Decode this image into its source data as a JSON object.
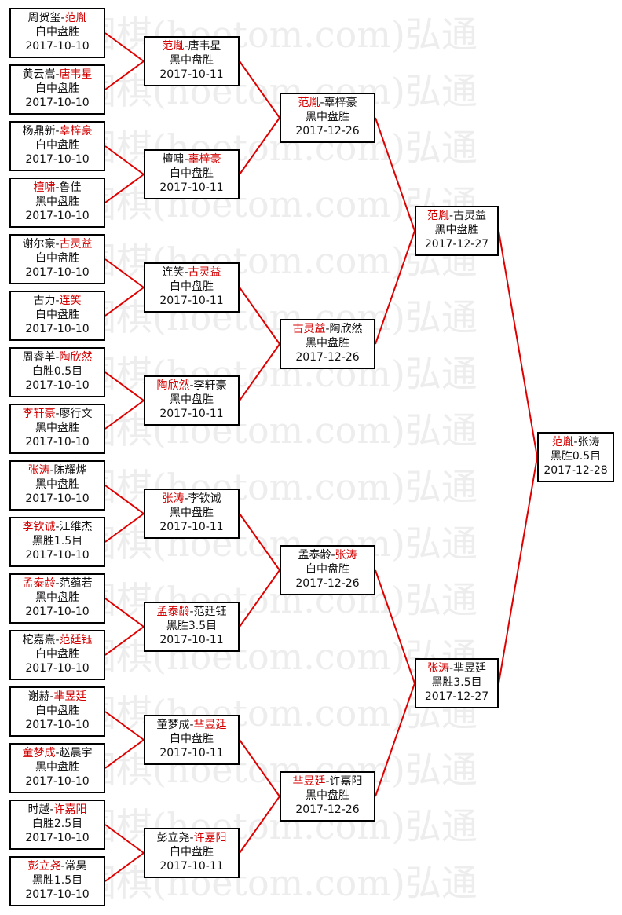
{
  "watermark": {
    "text": "弘通围棋(hoetom.com)弘通",
    "count": 16
  },
  "colors": {
    "winner": "#d40000",
    "connector": "#e00000",
    "border": "#000000"
  },
  "bracket": {
    "rounds": [
      {
        "name": "round-1",
        "matches": [
          {
            "p1": "周贺玺",
            "p2": "范胤",
            "winner": 2,
            "result": "白中盘胜",
            "date": "2017-10-10"
          },
          {
            "p1": "黄云嵩",
            "p2": "唐韦星",
            "winner": 2,
            "result": "白中盘胜",
            "date": "2017-10-10"
          },
          {
            "p1": "杨鼎新",
            "p2": "辜梓豪",
            "winner": 2,
            "result": "白中盘胜",
            "date": "2017-10-10"
          },
          {
            "p1": "檀啸",
            "p2": "鲁佳",
            "winner": 1,
            "result": "黑中盘胜",
            "date": "2017-10-10"
          },
          {
            "p1": "谢尔豪",
            "p2": "古灵益",
            "winner": 2,
            "result": "白中盘胜",
            "date": "2017-10-10"
          },
          {
            "p1": "古力",
            "p2": "连笑",
            "winner": 2,
            "result": "白中盘胜",
            "date": "2017-10-10"
          },
          {
            "p1": "周睿羊",
            "p2": "陶欣然",
            "winner": 2,
            "result": "白胜0.5目",
            "date": "2017-10-10"
          },
          {
            "p1": "李轩豪",
            "p2": "廖行文",
            "winner": 1,
            "result": "黑中盘胜",
            "date": "2017-10-10"
          },
          {
            "p1": "张涛",
            "p2": "陈耀烨",
            "winner": 1,
            "result": "黑中盘胜",
            "date": "2017-10-10"
          },
          {
            "p1": "李钦诚",
            "p2": "江维杰",
            "winner": 1,
            "result": "黑胜1.5目",
            "date": "2017-10-10"
          },
          {
            "p1": "孟泰龄",
            "p2": "范蕴若",
            "winner": 1,
            "result": "黑中盘胜",
            "date": "2017-10-10"
          },
          {
            "p1": "柁嘉熹",
            "p2": "范廷钰",
            "winner": 2,
            "result": "白中盘胜",
            "date": "2017-10-10"
          },
          {
            "p1": "谢赫",
            "p2": "芈昱廷",
            "winner": 2,
            "result": "白中盘胜",
            "date": "2017-10-10"
          },
          {
            "p1": "童梦成",
            "p2": "赵晨宇",
            "winner": 1,
            "result": "黑中盘胜",
            "date": "2017-10-10"
          },
          {
            "p1": "时越",
            "p2": "许嘉阳",
            "winner": 2,
            "result": "白胜2.5目",
            "date": "2017-10-10"
          },
          {
            "p1": "彭立尧",
            "p2": "常昊",
            "winner": 1,
            "result": "黑胜1.5目",
            "date": "2017-10-10"
          }
        ]
      },
      {
        "name": "round-2",
        "matches": [
          {
            "p1": "范胤",
            "p2": "唐韦星",
            "winner": 1,
            "result": "黑中盘胜",
            "date": "2017-10-11"
          },
          {
            "p1": "檀啸",
            "p2": "辜梓豪",
            "winner": 2,
            "result": "白中盘胜",
            "date": "2017-10-11"
          },
          {
            "p1": "连笑",
            "p2": "古灵益",
            "winner": 2,
            "result": "白中盘胜",
            "date": "2017-10-11"
          },
          {
            "p1": "陶欣然",
            "p2": "李轩豪",
            "winner": 1,
            "result": "黑中盘胜",
            "date": "2017-10-11"
          },
          {
            "p1": "张涛",
            "p2": "李钦诚",
            "winner": 1,
            "result": "黑中盘胜",
            "date": "2017-10-11"
          },
          {
            "p1": "孟泰龄",
            "p2": "范廷钰",
            "winner": 1,
            "result": "黑胜3.5目",
            "date": "2017-10-11"
          },
          {
            "p1": "童梦成",
            "p2": "芈昱廷",
            "winner": 2,
            "result": "白中盘胜",
            "date": "2017-10-11"
          },
          {
            "p1": "彭立尧",
            "p2": "许嘉阳",
            "winner": 2,
            "result": "白中盘胜",
            "date": "2017-10-11"
          }
        ]
      },
      {
        "name": "round-3",
        "matches": [
          {
            "p1": "范胤",
            "p2": "辜梓豪",
            "winner": 1,
            "result": "黑中盘胜",
            "date": "2017-12-26"
          },
          {
            "p1": "古灵益",
            "p2": "陶欣然",
            "winner": 1,
            "result": "黑中盘胜",
            "date": "2017-12-26"
          },
          {
            "p1": "孟泰龄",
            "p2": "张涛",
            "winner": 2,
            "result": "白中盘胜",
            "date": "2017-12-26"
          },
          {
            "p1": "芈昱廷",
            "p2": "许嘉阳",
            "winner": 1,
            "result": "黑中盘胜",
            "date": "2017-12-26"
          }
        ]
      },
      {
        "name": "semifinal",
        "matches": [
          {
            "p1": "范胤",
            "p2": "古灵益",
            "winner": 1,
            "result": "黑中盘胜",
            "date": "2017-12-27"
          },
          {
            "p1": "张涛",
            "p2": "芈昱廷",
            "winner": 1,
            "result": "黑胜3.5目",
            "date": "2017-12-27"
          }
        ]
      },
      {
        "name": "final",
        "matches": [
          {
            "p1": "范胤",
            "p2": "张涛",
            "winner": 1,
            "result": "黑胜0.5目",
            "date": "2017-12-28"
          }
        ]
      }
    ]
  }
}
